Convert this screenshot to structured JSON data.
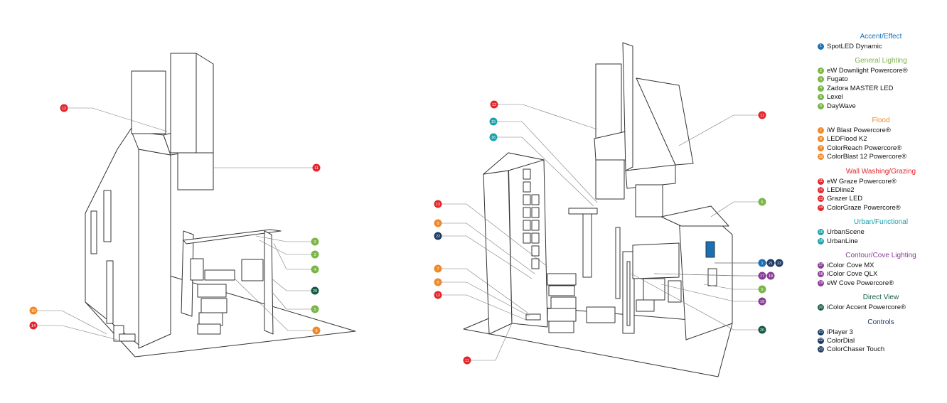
{
  "colors": {
    "accent": "#1a6fb5",
    "general": "#7ab648",
    "flood": "#f0892a",
    "wall": "#e3262c",
    "urban": "#18a3ad",
    "cove": "#8a3d96",
    "direct": "#145a44",
    "controls": "#1c3a63",
    "line": "#333333",
    "leader": "#7a7a7a"
  },
  "legend": [
    {
      "title": "Accent/Effect",
      "color": "accent",
      "items": [
        {
          "num": "1",
          "label": "SpotLED Dynamic"
        }
      ]
    },
    {
      "title": "General Lighting",
      "color": "general",
      "items": [
        {
          "num": "2",
          "label": "eW Downlight Powercore®"
        },
        {
          "num": "3",
          "label": "Fugato"
        },
        {
          "num": "4",
          "label": "Zadora MASTER LED"
        },
        {
          "num": "5",
          "label": "Lexel"
        },
        {
          "num": "6",
          "label": "DayWave"
        }
      ]
    },
    {
      "title": "Flood",
      "color": "flood",
      "items": [
        {
          "num": "7",
          "label": "iW Blast Powercore®"
        },
        {
          "num": "8",
          "label": "LEDFlood K2"
        },
        {
          "num": "9",
          "label": "ColorReach Powercore®"
        },
        {
          "num": "10",
          "label": "ColorBlast 12 Powercore®"
        }
      ]
    },
    {
      "title": "Wall Washing/Grazing",
      "color": "wall",
      "items": [
        {
          "num": "11",
          "label": "eW Graze Powercore®"
        },
        {
          "num": "12",
          "label": "LEDline2"
        },
        {
          "num": "13",
          "label": "Grazer LED"
        },
        {
          "num": "14",
          "label": "ColorGraze Powercore®"
        }
      ]
    },
    {
      "title": "Urban/Functional",
      "color": "urban",
      "items": [
        {
          "num": "15",
          "label": "UrbanScene"
        },
        {
          "num": "16",
          "label": "UrbanLine"
        }
      ]
    },
    {
      "title": "Contour/Cove Lighting",
      "color": "cove",
      "items": [
        {
          "num": "17",
          "label": "iColor Cove MX"
        },
        {
          "num": "18",
          "label": "iColor Cove QLX"
        },
        {
          "num": "19",
          "label": "eW Cove Powercore®"
        }
      ]
    },
    {
      "title": "Direct View",
      "color": "direct",
      "items": [
        {
          "num": "20",
          "label": "iColor Accent Powercore®"
        }
      ]
    },
    {
      "title": "Controls",
      "color": "controls",
      "items": [
        {
          "num": "21",
          "label": "iPlayer 3"
        },
        {
          "num": "22",
          "label": "ColorDial"
        },
        {
          "num": "23",
          "label": "ColorChaser Touch"
        }
      ]
    }
  ],
  "callouts": [
    {
      "num": "12",
      "color": "wall"
    },
    {
      "num": "11",
      "color": "wall"
    },
    {
      "num": "3",
      "color": "general"
    },
    {
      "num": "3",
      "color": "general"
    },
    {
      "num": "4",
      "color": "general"
    },
    {
      "num": "20",
      "color": "direct"
    },
    {
      "num": "5",
      "color": "general"
    },
    {
      "num": "9",
      "color": "flood"
    },
    {
      "num": "10",
      "color": "flood"
    },
    {
      "num": "14",
      "color": "wall"
    },
    {
      "num": "12",
      "color": "wall"
    },
    {
      "num": "15",
      "color": "urban"
    },
    {
      "num": "16",
      "color": "urban"
    },
    {
      "num": "11",
      "color": "wall"
    },
    {
      "num": "13",
      "color": "wall"
    },
    {
      "num": "9",
      "color": "flood"
    },
    {
      "num": "22",
      "color": "controls"
    },
    {
      "num": "7",
      "color": "flood"
    },
    {
      "num": "8",
      "color": "flood"
    },
    {
      "num": "12",
      "color": "wall"
    },
    {
      "num": "11",
      "color": "wall"
    },
    {
      "num": "6",
      "color": "general"
    },
    {
      "num": "1",
      "color": "accent"
    },
    {
      "num": "21",
      "color": "controls"
    },
    {
      "num": "23",
      "color": "controls"
    },
    {
      "num": "17",
      "color": "cove"
    },
    {
      "num": "18",
      "color": "cove"
    },
    {
      "num": "5",
      "color": "general"
    },
    {
      "num": "19",
      "color": "cove"
    },
    {
      "num": "20",
      "color": "direct"
    }
  ]
}
